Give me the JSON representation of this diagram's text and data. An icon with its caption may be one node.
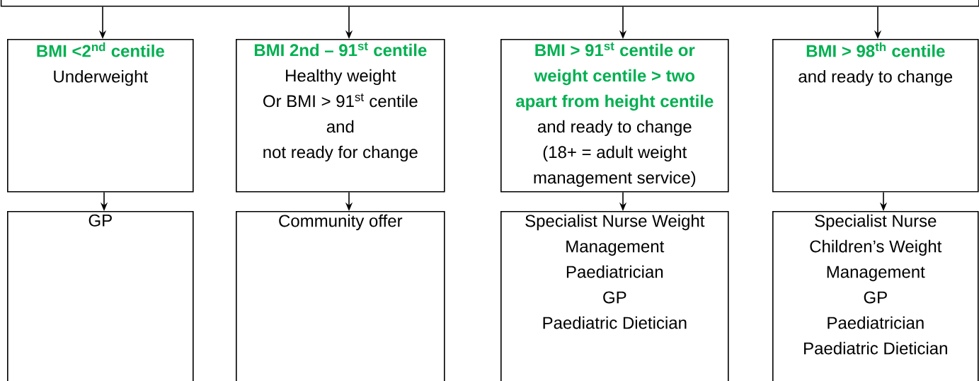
{
  "diagram": {
    "nodes": [
      {
        "text": [],
        "shape": "box"
      },
      {
        "text": [
          "BMI <2$^{nd}$ centile",
          "Underweight"
        ]
      },
      {
        "text": [
          "BMI 2nd – 91$^{st}$ centile",
          "Healthy weight",
          "Or BMI > 91$^{st}$ centile",
          "and",
          "not ready for change"
        ]
      },
      {
        "text": [
          "BMI > 91$^{st}$ centile or weight centile > two apart from height centile",
          "and ready to change",
          "(18+ = adult weight management service)"
        ]
      },
      {
        "text": [
          "BMI > 98$^{th}$ centile",
          "and ready to change"
        ]
      },
      {
        "text": [
          "GP"
        ]
      },
      {
        "text": [
          "Community offer"
        ]
      },
      {
        "text": [
          "Specialist Nurse Weight Management",
          "Paediatrician",
          "GP",
          "Paediatric Dietician"
        ]
      },
      {
        "text": [
          "Specialist Nurse Children’s Weight Management",
          "GP",
          "Paediatrician",
          "Paediatric Dietician"
        ]
      }
    ],
    "edges": [
      {
        "from": 0,
        "to": 1,
        "arrow": "to"
      },
      {
        "from": 0,
        "to": 2,
        "arrow": "to"
      },
      {
        "from": 0,
        "to": 3,
        "arrow": "to"
      },
      {
        "from": 0,
        "to": 4,
        "arrow": "to"
      },
      {
        "from": 1,
        "to": 5,
        "arrow": "to"
      },
      {
        "from": 2,
        "to": 6,
        "arrow": "to"
      },
      {
        "from": 3,
        "to": 7,
        "arrow": "to"
      },
      {
        "from": 4,
        "to": 8,
        "arrow": "to"
      }
    ]
  }
}
